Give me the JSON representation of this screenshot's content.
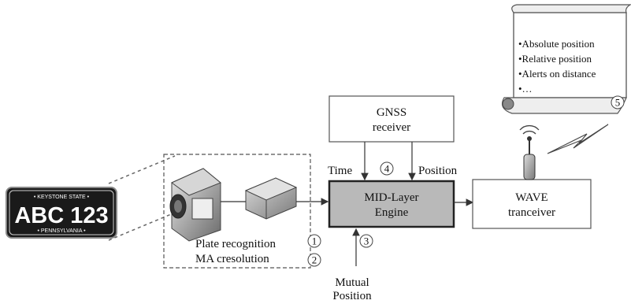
{
  "license_plate": {
    "top_text": "• KEYSTONE STATE •",
    "number": "ABC 123",
    "bottom_text": "• PENNSYLVANIA •"
  },
  "camera_group": {
    "line1": "Plate recognition",
    "line2": "MA cresolution",
    "step1": "1",
    "step2": "2"
  },
  "gnss": {
    "line1": "GNSS",
    "line2": "receiver"
  },
  "engine": {
    "line1": "MID-Layer",
    "line2": "Engine"
  },
  "time_label": "Time",
  "position_label": "Position",
  "step4": "4",
  "step3": "3",
  "mutual": {
    "line1": "Mutual",
    "line2": "Position"
  },
  "wave": {
    "line1": "WAVE",
    "line2": "tranceiver"
  },
  "scroll": {
    "items": [
      "•Absolute position",
      "•Relative position",
      "•Alerts on distance",
      "•…"
    ],
    "step5": "5"
  }
}
